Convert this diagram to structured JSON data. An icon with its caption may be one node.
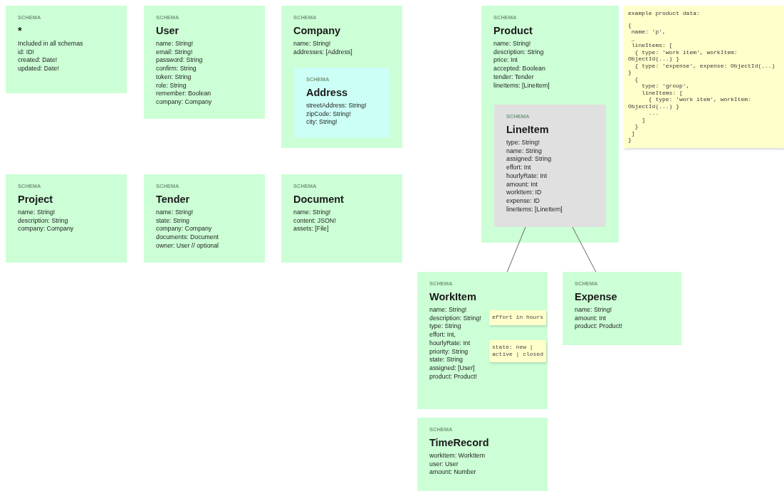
{
  "diagram": {
    "nodes": [
      {
        "text": [
          "SCHEMA",
          "*",
          "Included in all schemas",
          "id: ID!",
          "created: Date!",
          "updated: Date!"
        ]
      },
      {
        "text": [
          "SCHEMA",
          "User",
          "name: String!",
          "email: String!",
          "password: String",
          "confirm: String",
          "token: String",
          "role: String",
          "remember: Boolean",
          "company: Company"
        ]
      },
      {
        "text": [
          "SCHEMA",
          "Company",
          "name: String!",
          "addresses: [Address]"
        ]
      },
      {
        "text": [
          "SCHEMA",
          "Address",
          "streetAddress: String!",
          "zipCode: String!",
          "city: String!"
        ],
        "in": 2
      },
      {
        "text": [
          "SCHEMA",
          "Product",
          "name: String!",
          "description: String",
          "price: Int",
          "accepted: Boolean",
          "tender: Tender",
          "lineItems: [LineItem]"
        ]
      },
      {
        "text": [
          "SCHEMA",
          "LineItem",
          "type: String!",
          "name: String",
          "assigned: String",
          "effort: Int",
          "hourlyRate: Int",
          "amount: Int",
          "workItem: ID",
          "expense: ID",
          "lineItems: [LineItem]"
        ],
        "in": 4
      },
      {
        "text": [
          "example product data:",
          "{",
          " name: 'p',",
          " _",
          " lineItems: [",
          "  { type: 'work item', workItem: ObjectId(...) }",
          "  { type: 'expense', expense: ObjectId(...) }",
          "  {",
          "    type: 'group',",
          "    lineItems: [",
          "      { type: 'work item', workItem: ObjectId(...) }",
          "      ...",
          "    ]",
          "  }",
          " ]",
          "}"
        ]
      },
      {
        "text": [
          "SCHEMA",
          "Project",
          "name: String!",
          "description: String",
          "company: Company"
        ]
      },
      {
        "text": [
          "SCHEMA",
          "Tender",
          "name: String!",
          "state: String",
          "company: Company",
          "documents: Document",
          "owner: User // optional"
        ]
      },
      {
        "text": [
          "SCHEMA",
          "Document",
          "name: String!",
          "content: JSON!",
          "assets: [File]"
        ]
      },
      {
        "text": [
          "SCHEMA",
          "WorkItem",
          "name: String!",
          "description: String!",
          "type: String",
          "effort: Int,",
          "hourlyRate: Int",
          "priority: String",
          "state: String",
          "assigned: [User]",
          "product: Product!"
        ]
      },
      {
        "text": [
          "effort in hours"
        ],
        "in": 10
      },
      {
        "text": [
          "state: new | active | closed"
        ],
        "in": 10
      },
      {
        "text": [
          "SCHEMA",
          "Expense",
          "name: String!",
          "amount: Int",
          "product: Product!"
        ]
      },
      {
        "text": [
          "SCHEMA",
          "TimeRecord",
          "workItem: WorkItem",
          "user: User",
          "amount: Number"
        ]
      }
    ],
    "edges": [
      {
        "from": 5,
        "to": 10,
        "arrow": "none"
      },
      {
        "from": 5,
        "to": 13,
        "arrow": "none"
      }
    ]
  }
}
